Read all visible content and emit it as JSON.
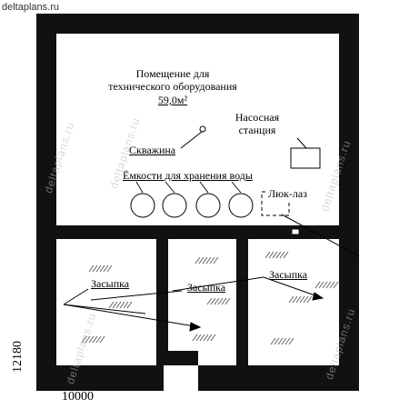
{
  "site_label": "deltaplans.ru",
  "watermark": "deltaplans.ru",
  "rooms": {
    "tech_room_title_line1": "Помещение для",
    "tech_room_title_line2": "технического оборудования",
    "tech_room_area": "59,0м²",
    "pump_station_line1": "Насосная",
    "pump_station_line2": "станция",
    "well": "Скважина",
    "water_tanks": "Ёмкости для хранения воды",
    "hatch": "Люк-лаз",
    "backfill": "Засыпка"
  },
  "dimensions": {
    "width": "10000",
    "height": "12180"
  },
  "colors": {
    "wall": "#111111",
    "line": "#000000",
    "hatch_pattern": "#555555",
    "watermark": "#b8b8b8"
  }
}
